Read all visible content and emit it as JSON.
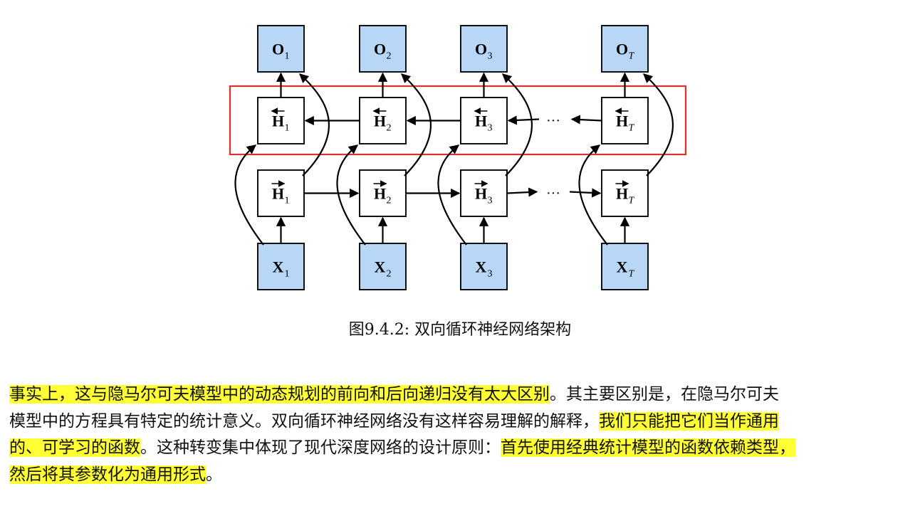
{
  "figure": {
    "output_labels": [
      "O",
      "O",
      "O",
      "O"
    ],
    "output_subs": [
      "1",
      "2",
      "3",
      "T"
    ],
    "backward_labels": [
      "H",
      "H",
      "H",
      "H"
    ],
    "backward_subs": [
      "1",
      "2",
      "3",
      "T"
    ],
    "forward_labels": [
      "H",
      "H",
      "H",
      "H"
    ],
    "forward_subs": [
      "1",
      "2",
      "3",
      "T"
    ],
    "input_labels": [
      "X",
      "X",
      "X",
      "X"
    ],
    "input_subs": [
      "1",
      "2",
      "3",
      "T"
    ],
    "ellipsis": "···",
    "colors": {
      "input_output_fill": "#b8d7f7",
      "highlight_box": "#e0302a",
      "text_highlight": "#ffff33"
    }
  },
  "caption": "图9.4.2: 双向循环神经网络架构",
  "paragraph": {
    "line1": [
      {
        "text": "事实上，这与隐马尔可夫模型中的动态规划的前向和后向递归没有太大区别",
        "hl": true
      },
      {
        "text": "。其主要区别是，在隐马尔可夫",
        "hl": false
      }
    ],
    "line2": [
      {
        "text": "模型中的方程具有特定的统计意义。双向循环神经网络没有这样容易理解的解释，",
        "hl": false
      },
      {
        "text": "我们只能把它们当作通用",
        "hl": true
      }
    ],
    "line3": [
      {
        "text": "的、可学习的函数",
        "hl": true
      },
      {
        "text": "。这种转变集中体现了现代深度网络的设计原则：",
        "hl": false
      },
      {
        "text": "首先使用经典统计模型的函数依赖类型，",
        "hl": true
      }
    ],
    "line4": [
      {
        "text": "然后将其参数化为通用形式",
        "hl": true
      },
      {
        "text": "。",
        "hl": false
      }
    ]
  }
}
